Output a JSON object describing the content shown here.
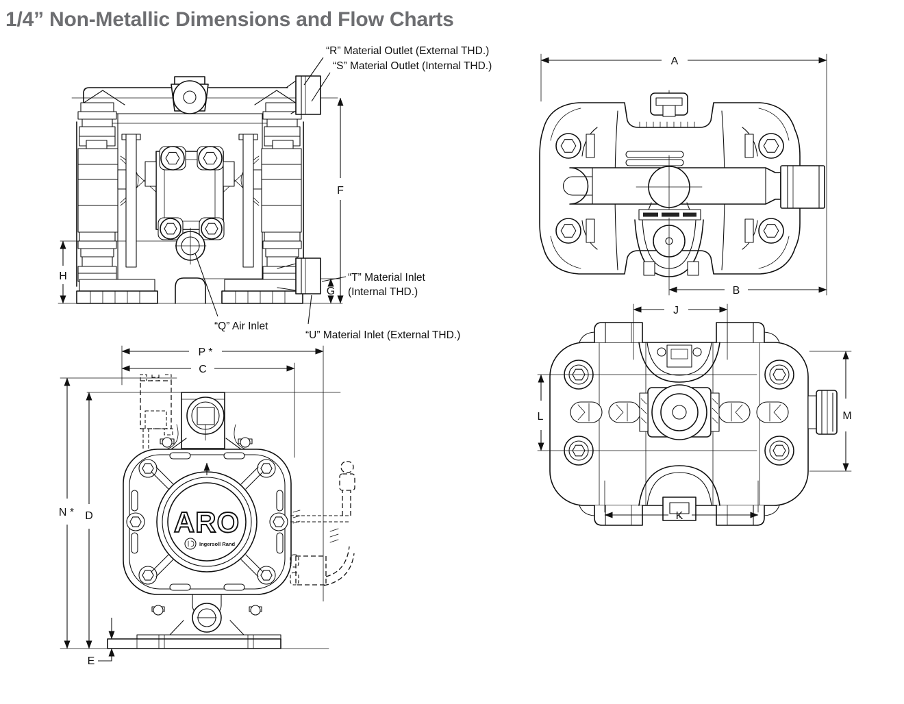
{
  "page": {
    "title": "1/4” Non-Metallic Dimensions and Flow Charts"
  },
  "colors": {
    "title_gray": "#6d6e71",
    "line": "#111111",
    "background": "#ffffff"
  },
  "front_view": {
    "callout_r": "“R” Material Outlet (External THD.)",
    "callout_s": "“S” Material Outlet (Internal THD.)",
    "callout_t1": "“T” Material Inlet",
    "callout_t2": "(Internal THD.)",
    "callout_q": "“Q” Air Inlet",
    "callout_u": "“U” Material Inlet (External THD.)",
    "dim_f": "F",
    "dim_h": "H",
    "dim_g": "G"
  },
  "top_view": {
    "dim_a": "A",
    "dim_b": "B"
  },
  "side_view": {
    "dim_p": "P *",
    "dim_c": "C",
    "dim_n": "N *",
    "dim_d": "D",
    "dim_e": "E",
    "logo_brand": "ARO",
    "logo_sub": "Ingersoll Rand"
  },
  "bottom_view": {
    "dim_j": "J",
    "dim_k": "K",
    "dim_l": "L",
    "dim_m": "M"
  }
}
